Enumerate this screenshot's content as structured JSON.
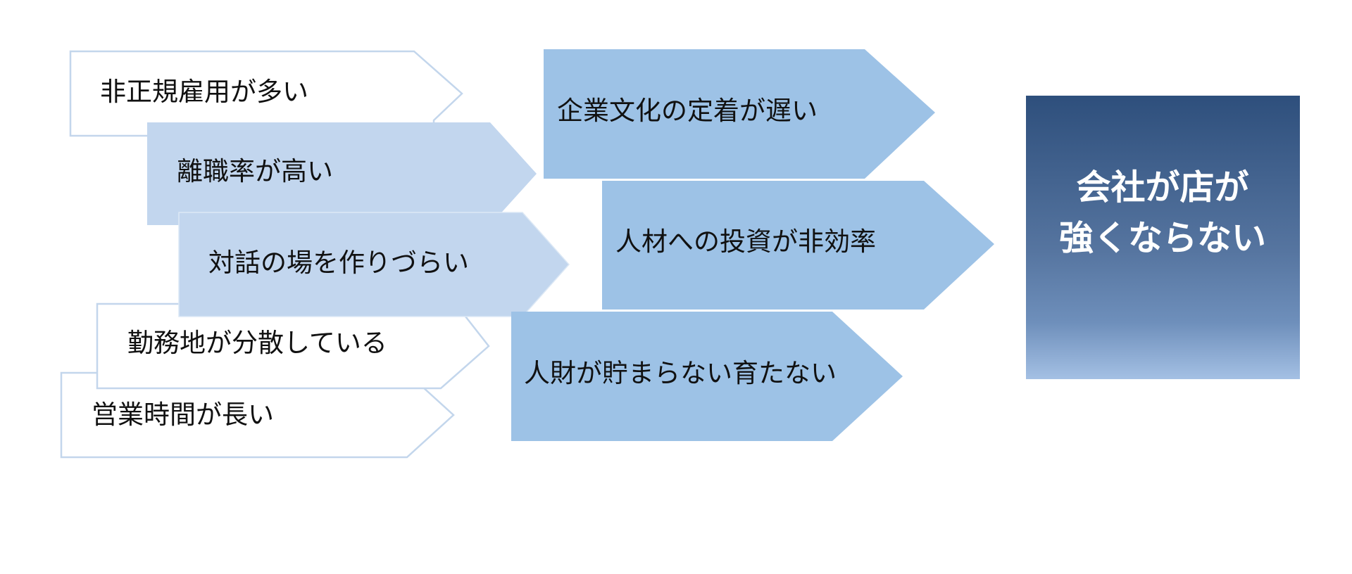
{
  "diagram": {
    "causes": [
      {
        "label": "非正規雇用が多い"
      },
      {
        "label": "離職率が高い"
      },
      {
        "label": "対話の場を作りづらい"
      },
      {
        "label": "勤務地が分散している"
      },
      {
        "label": "営業時間が長い"
      }
    ],
    "effects": [
      {
        "label": "企業文化の定着が遅い"
      },
      {
        "label": "人材への投資が非効率"
      },
      {
        "label": "人財が貯まらない育たない"
      }
    ],
    "result": {
      "line1": "会社が店が",
      "line2": "強くならない"
    },
    "colors": {
      "outline_stroke": "#c3d6ec",
      "light_fill": "#c2d6ee",
      "mid_fill": "#9dc2e6",
      "result_top": "#2e4f7c",
      "result_bottom": "#a4c0e4"
    }
  }
}
